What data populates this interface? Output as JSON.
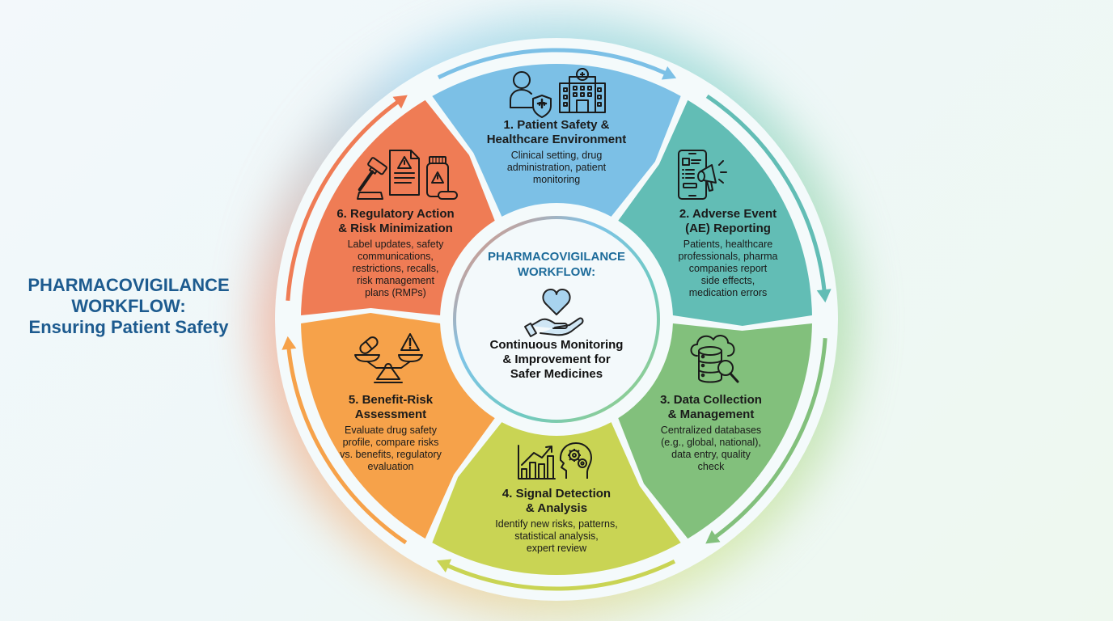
{
  "side_title": {
    "line1": "PHARMACOVIGILANCE",
    "line2": "WORKFLOW:",
    "line3": "Ensuring Patient Safety"
  },
  "center": {
    "title_line1": "PHARMACOVIGILANCE",
    "title_line2": "WORKFLOW:",
    "icon": "heart-in-hand-icon",
    "subtitle_line1": "Continuous Monitoring",
    "subtitle_line2": "& Improvement for",
    "subtitle_line3": "Safer Medicines"
  },
  "steps": [
    {
      "title_line1": "1. Patient Safety &",
      "title_line2": "Healthcare Environment",
      "desc": [
        "Clinical setting, drug",
        "administration, patient",
        "monitoring"
      ],
      "icons": [
        "person-shield-icon",
        "hospital-icon"
      ],
      "color": "#7cc0e6"
    },
    {
      "title_line1": "2. Adverse Event",
      "title_line2": "(AE) Reporting",
      "desc": [
        "Patients, healthcare",
        "professionals, pharma",
        "companies report",
        "side effects,",
        "medication errors"
      ],
      "icons": [
        "smartphone-megaphone-icon"
      ],
      "color": "#62bdb5"
    },
    {
      "title_line1": "3. Data Collection",
      "title_line2": "& Management",
      "desc": [
        "Centralized databases",
        "(e.g., global, national),",
        "data entry, quality",
        "check"
      ],
      "icons": [
        "cloud-database-search-icon"
      ],
      "color": "#82c07c"
    },
    {
      "title_line1": "4. Signal Detection",
      "title_line2": "& Analysis",
      "desc": [
        "Identify new risks, patterns,",
        "statistical analysis,",
        "expert review"
      ],
      "icons": [
        "bar-chart-trend-icon",
        "head-gears-icon"
      ],
      "color": "#c9d454"
    },
    {
      "title_line1": "5. Benefit-Risk",
      "title_line2": "Assessment",
      "desc": [
        "Evaluate drug safety",
        "profile, compare risks",
        "vs. benefits, regulatory",
        "evaluation"
      ],
      "icons": [
        "balance-scale-pill-warning-icon"
      ],
      "color": "#f6a24a"
    },
    {
      "title_line1": "6. Regulatory Action",
      "title_line2": "& Risk Minimization",
      "desc": [
        "Label updates, safety",
        "communications,",
        "restrictions, recalls,",
        "risk management",
        "plans (RMPs)"
      ],
      "icons": [
        "gavel-document-bottle-icon"
      ],
      "color": "#ef7c55"
    }
  ],
  "colors": {
    "title_blue": "#1d5b8f",
    "ring_white": "#f4fafb"
  }
}
